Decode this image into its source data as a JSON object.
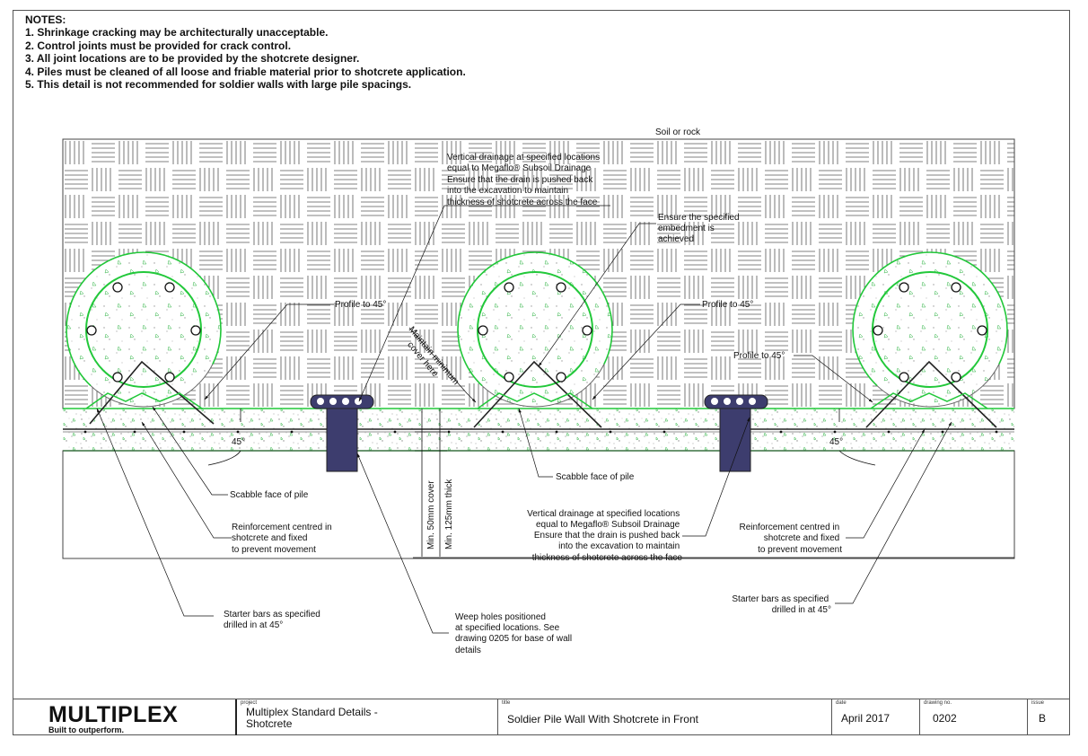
{
  "notes": {
    "heading": "NOTES:",
    "items": [
      "1. Shrinkage cracking may be architecturally unacceptable.",
      "2. Control joints must be provided for crack control.",
      "3. All joint locations are to be provided by the shotcrete designer.",
      "4. Piles must be cleaned of all loose and friable material prior to shotcrete application.",
      "5. This detail is not recommended for soldier walls with large pile spacings."
    ]
  },
  "diagram": {
    "soil_label": "Soil or rock",
    "drain_top": [
      "Vertical drainage at specified locations",
      "equal to Megaflo® Subsoil Drainage",
      "Ensure that the drain is pushed back",
      "into the excavation to maintain",
      "thickness of shotcrete across the face"
    ],
    "embedment": [
      "Ensure the specified",
      "embedment is",
      "achieved"
    ],
    "profile_left": "Profile to 45°",
    "profile_mid": "Profile to 45°",
    "profile_right": "Profile to 45°",
    "maintain_cover": [
      "Maintain minimum",
      "cover here"
    ],
    "angle_left": "45°",
    "angle_right": "45°",
    "scabble_left": "Scabble face of pile",
    "scabble_mid": "Scabble face of pile",
    "reinf_left": [
      "Reinforcement centred in",
      "shotcrete and fixed",
      "to prevent movement"
    ],
    "reinf_right": [
      "Reinforcement centred in",
      "shotcrete and fixed",
      "to prevent movement"
    ],
    "min_cover": "Min. 50mm cover",
    "min_thick": "Min. 125mm thick",
    "drain_bottom": [
      "Vertical drainage at specified locations",
      "equal to Megaflo® Subsoil Drainage",
      "Ensure that the drain is pushed back",
      "into the excavation to maintain",
      "thickness of shotcrete across the face"
    ],
    "starter_left": [
      "Starter bars as specified",
      "drilled in at 45°"
    ],
    "starter_right": [
      "Starter bars as specified",
      "drilled in at 45°"
    ],
    "weep": [
      "Weep holes positioned",
      "at specified locations. See",
      "drawing 0205 for base of wall",
      "details"
    ]
  },
  "titleblock": {
    "logo": "MULTIPLEX",
    "tagline": "Built to outperform.",
    "project_caption": "project",
    "project_line1": "Multiplex Standard Details -",
    "project_line2": "Shotcrete",
    "title_caption": "title",
    "title": "Soldier Pile Wall With Shotcrete in Front",
    "date_caption": "date",
    "date": "April 2017",
    "drawing_caption": "drawing no.",
    "drawing_no": "0202",
    "issue_caption": "issue",
    "issue": "B"
  },
  "colors": {
    "pile_green": "#22c83a",
    "weep_fill": "#3d3d6e",
    "line": "#222222"
  }
}
